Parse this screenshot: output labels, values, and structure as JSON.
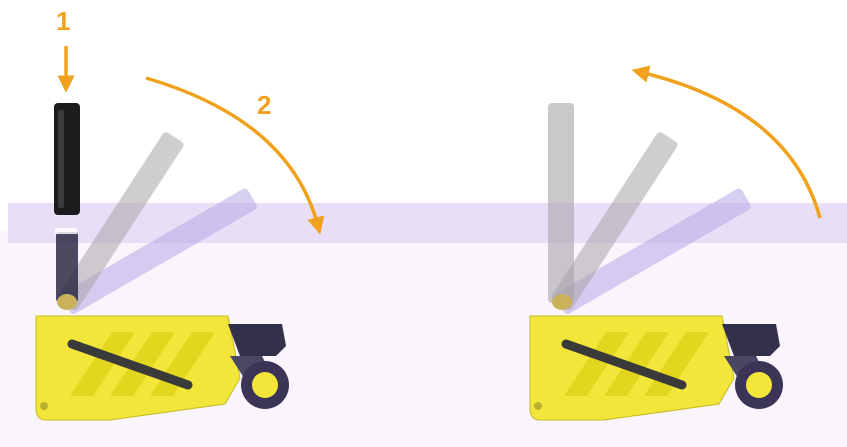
{
  "steps": [
    {
      "number": "1",
      "meaning": "press-down"
    },
    {
      "number": "2",
      "meaning": "fold-down"
    }
  ],
  "colors": {
    "arrow": "#f0a21e",
    "device_body": "#f2e63a",
    "device_dark": "#33304a",
    "handle_black": "#1c1c1c",
    "handle_ghost_gray": "#a9a4aa",
    "handle_ghost_purple": "#b7a8e6",
    "lavender_band": "#e6dcf6",
    "lavender_field": "#faf4fc"
  },
  "panels": [
    {
      "name": "fold-sequence",
      "handle_states": [
        "upright",
        "mid-fold",
        "folded"
      ]
    },
    {
      "name": "unfold-sequence",
      "handle_states": [
        "folded",
        "mid-fold",
        "upright"
      ]
    }
  ]
}
